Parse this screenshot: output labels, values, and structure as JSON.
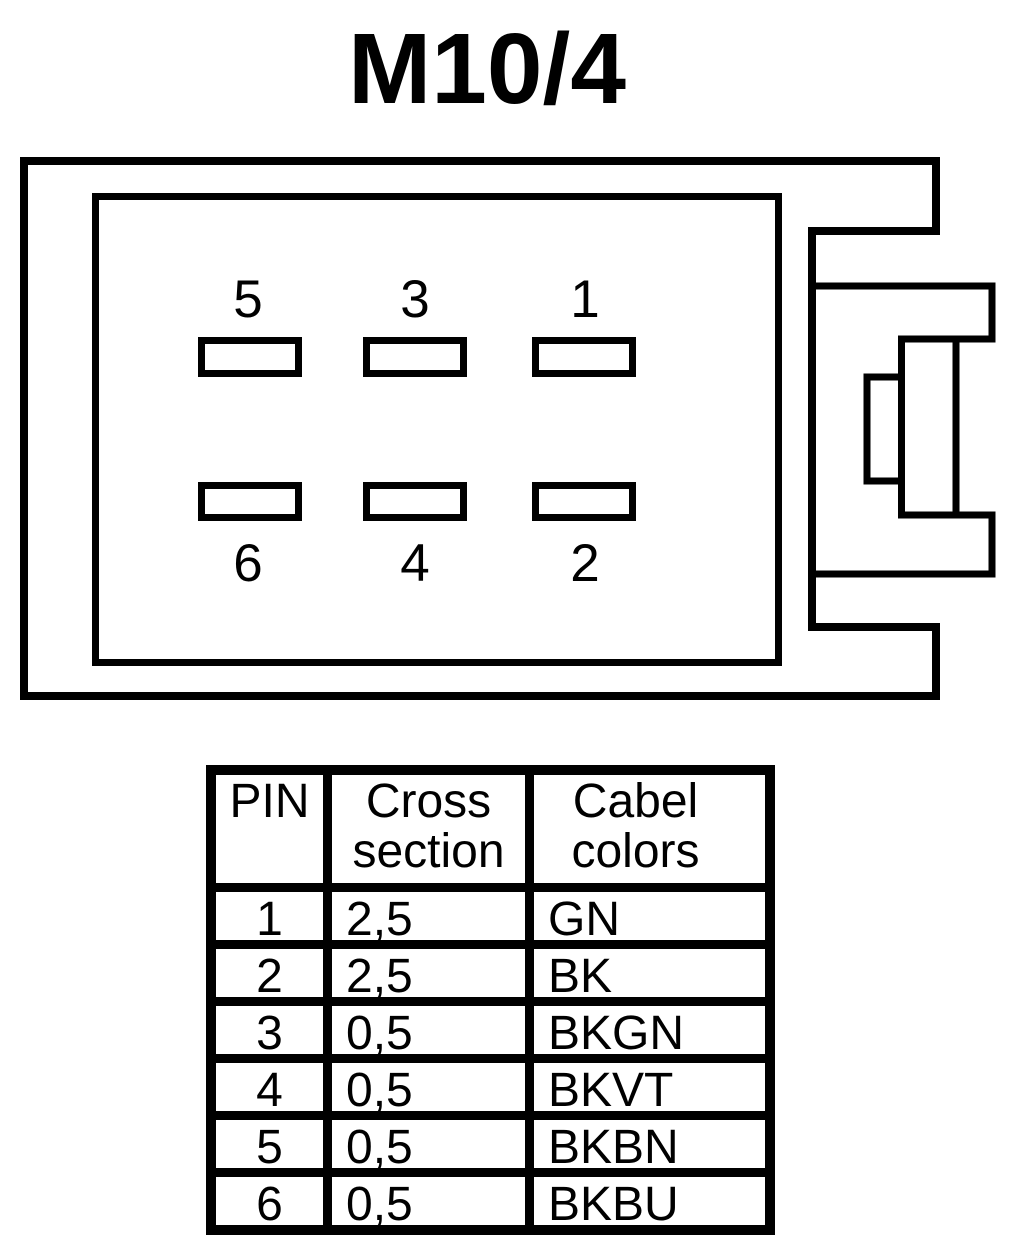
{
  "title": "M10/4",
  "colors": {
    "line": "#000000",
    "background": "#ffffff"
  },
  "connector": {
    "top_pin_labels": [
      "5",
      "3",
      "1"
    ],
    "bottom_pin_labels": [
      "6",
      "4",
      "2"
    ]
  },
  "table": {
    "headers": {
      "pin": "PIN",
      "cross_section_line1": "Cross",
      "cross_section_line2": "section",
      "cable_colors_line1": "Cabel",
      "cable_colors_line2": "colors"
    },
    "rows": [
      {
        "pin": "1",
        "cross_section": "2,5",
        "cable_color": "GN"
      },
      {
        "pin": "2",
        "cross_section": "2,5",
        "cable_color": "BK"
      },
      {
        "pin": "3",
        "cross_section": "0,5",
        "cable_color": "BKGN"
      },
      {
        "pin": "4",
        "cross_section": "0,5",
        "cable_color": "BKVT"
      },
      {
        "pin": "5",
        "cross_section": "0,5",
        "cable_color": "BKBN"
      },
      {
        "pin": "6",
        "cross_section": "0,5",
        "cable_color": "BKBU"
      }
    ]
  }
}
